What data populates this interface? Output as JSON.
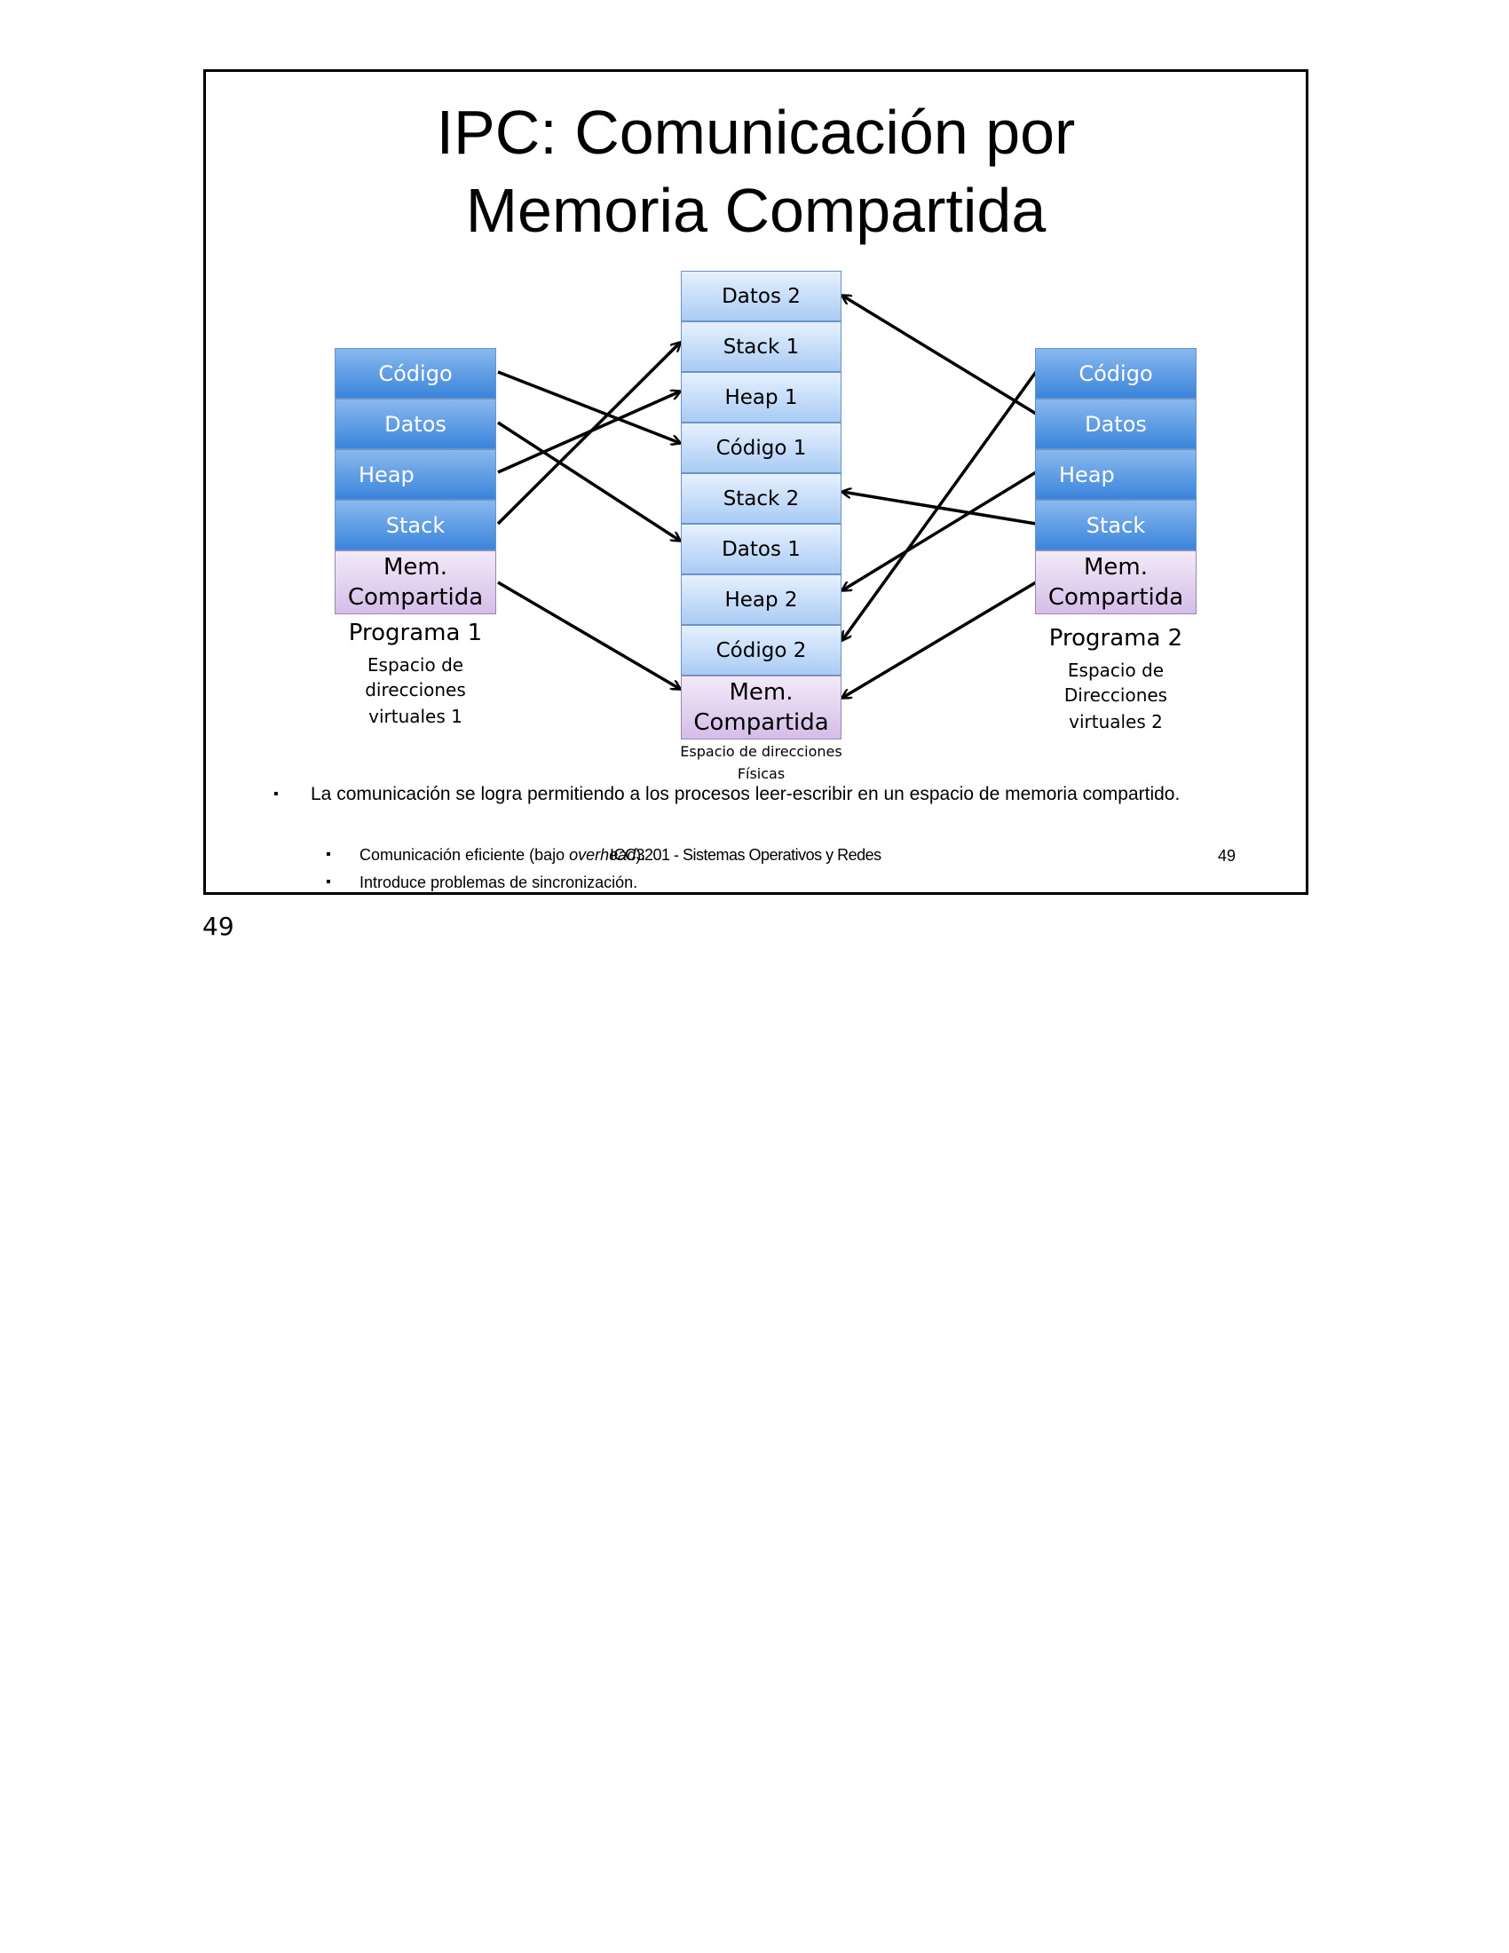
{
  "slide": {
    "title_line1": "IPC: Comunicación por",
    "title_line2": "Memoria Compartida"
  },
  "program1": {
    "blocks": [
      "Código",
      "Datos",
      "Heap",
      "Stack",
      "Mem. Compartida"
    ],
    "name": "Programa 1",
    "subtitle_lines": [
      "Espacio de",
      "direcciones",
      "virtuales 1"
    ]
  },
  "program2": {
    "blocks": [
      "Código",
      "Datos",
      "Heap",
      "Stack",
      "Mem. Compartida"
    ],
    "name": "Programa 2",
    "subtitle_lines": [
      "Espacio de",
      "Direcciones",
      "virtuales 2"
    ]
  },
  "physical": {
    "blocks": [
      "Datos 2",
      "Stack 1",
      "Heap 1",
      "Código 1",
      "Stack 2",
      "Datos 1",
      "Heap 2",
      "Código 2",
      "Mem. Compartida"
    ],
    "label_lines": [
      "Espacio de direcciones",
      "Físicas"
    ]
  },
  "bullets": {
    "main": "La comunicación se logra permitiendo a los procesos leer-escribir en un espacio de memoria compartido.",
    "sub1_prefix": "Comunicación eficiente (bajo ",
    "sub1_italic": "overhead",
    "sub1_suffix": ").",
    "sub2": "Introduce problemas de sincronización.",
    "marker": "▪"
  },
  "footer": {
    "course": "ICC3201 - Sistemas Operativos y Redes",
    "slide_number": "49"
  },
  "page_number": "49",
  "colors": {
    "virtual_block": "#3a84dc",
    "physical_block": "#a9cbf5",
    "shared_block": "#d5bde8"
  }
}
